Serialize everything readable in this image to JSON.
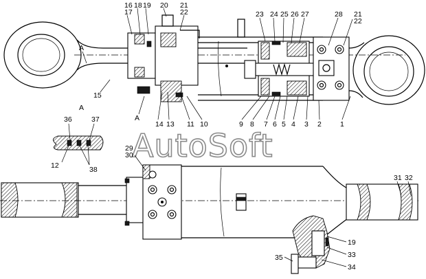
{
  "watermark": "AutoSoft",
  "section_mark": "A",
  "callouts_top": [
    "16",
    "17",
    "18",
    "19",
    "20",
    "21",
    "22",
    "23",
    "24",
    "25",
    "26",
    "27",
    "28",
    "21",
    "22"
  ],
  "callouts_bottom_row": [
    "9",
    "8",
    "7",
    "6",
    "5",
    "4",
    "3",
    "2",
    "1",
    "14",
    "13",
    "11",
    "10"
  ],
  "labels": {
    "n15": "15",
    "a_top": "A",
    "a_side": "A",
    "n36": "36",
    "n37": "37",
    "n12": "12",
    "n38": "38",
    "n29": "29",
    "n30": "30",
    "n31": "31",
    "n32": "32",
    "n19b": "19",
    "n33": "33",
    "n34": "34",
    "n35": "35"
  }
}
